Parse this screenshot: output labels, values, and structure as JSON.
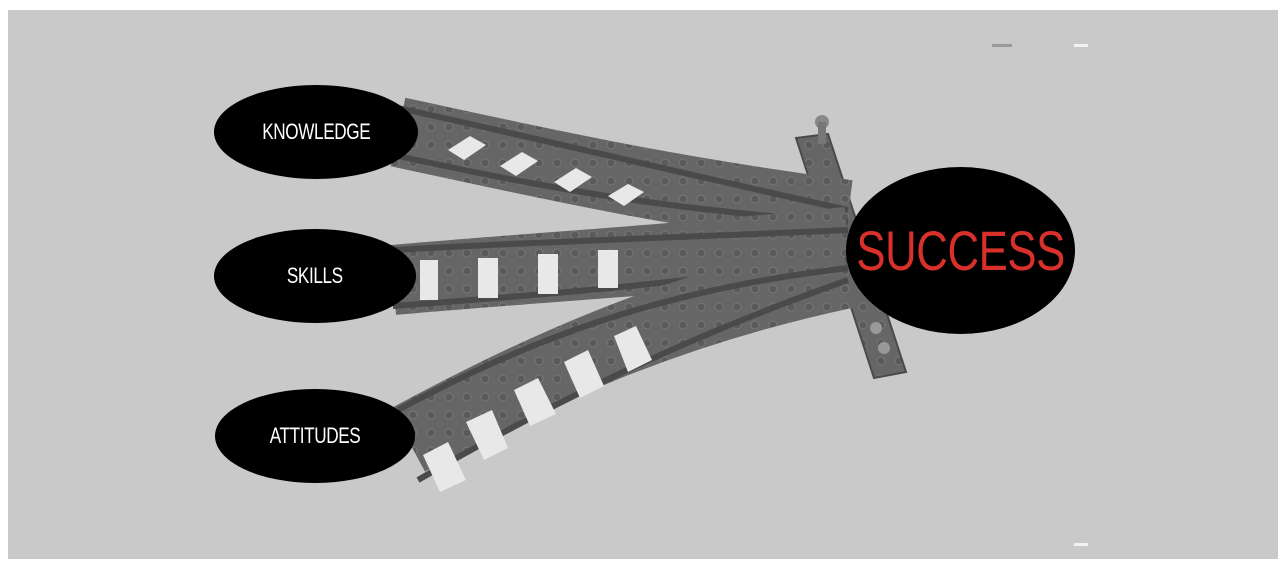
{
  "diagram": {
    "sources": [
      {
        "id": "knowledge",
        "label": "KNOWLEDGE"
      },
      {
        "id": "skills",
        "label": "SKILLS"
      },
      {
        "id": "attitudes",
        "label": "ATTITUDES"
      }
    ],
    "target": {
      "id": "success",
      "label": "SUCCESS"
    },
    "colors": {
      "background": "#c9c9c9",
      "oval": "#000000",
      "source_text": "#ffffff",
      "target_text": "#d9302c",
      "track": "#5e5e5e",
      "sleeper": "#e8e8e8"
    },
    "illustration": "railway-junction-tracks"
  }
}
